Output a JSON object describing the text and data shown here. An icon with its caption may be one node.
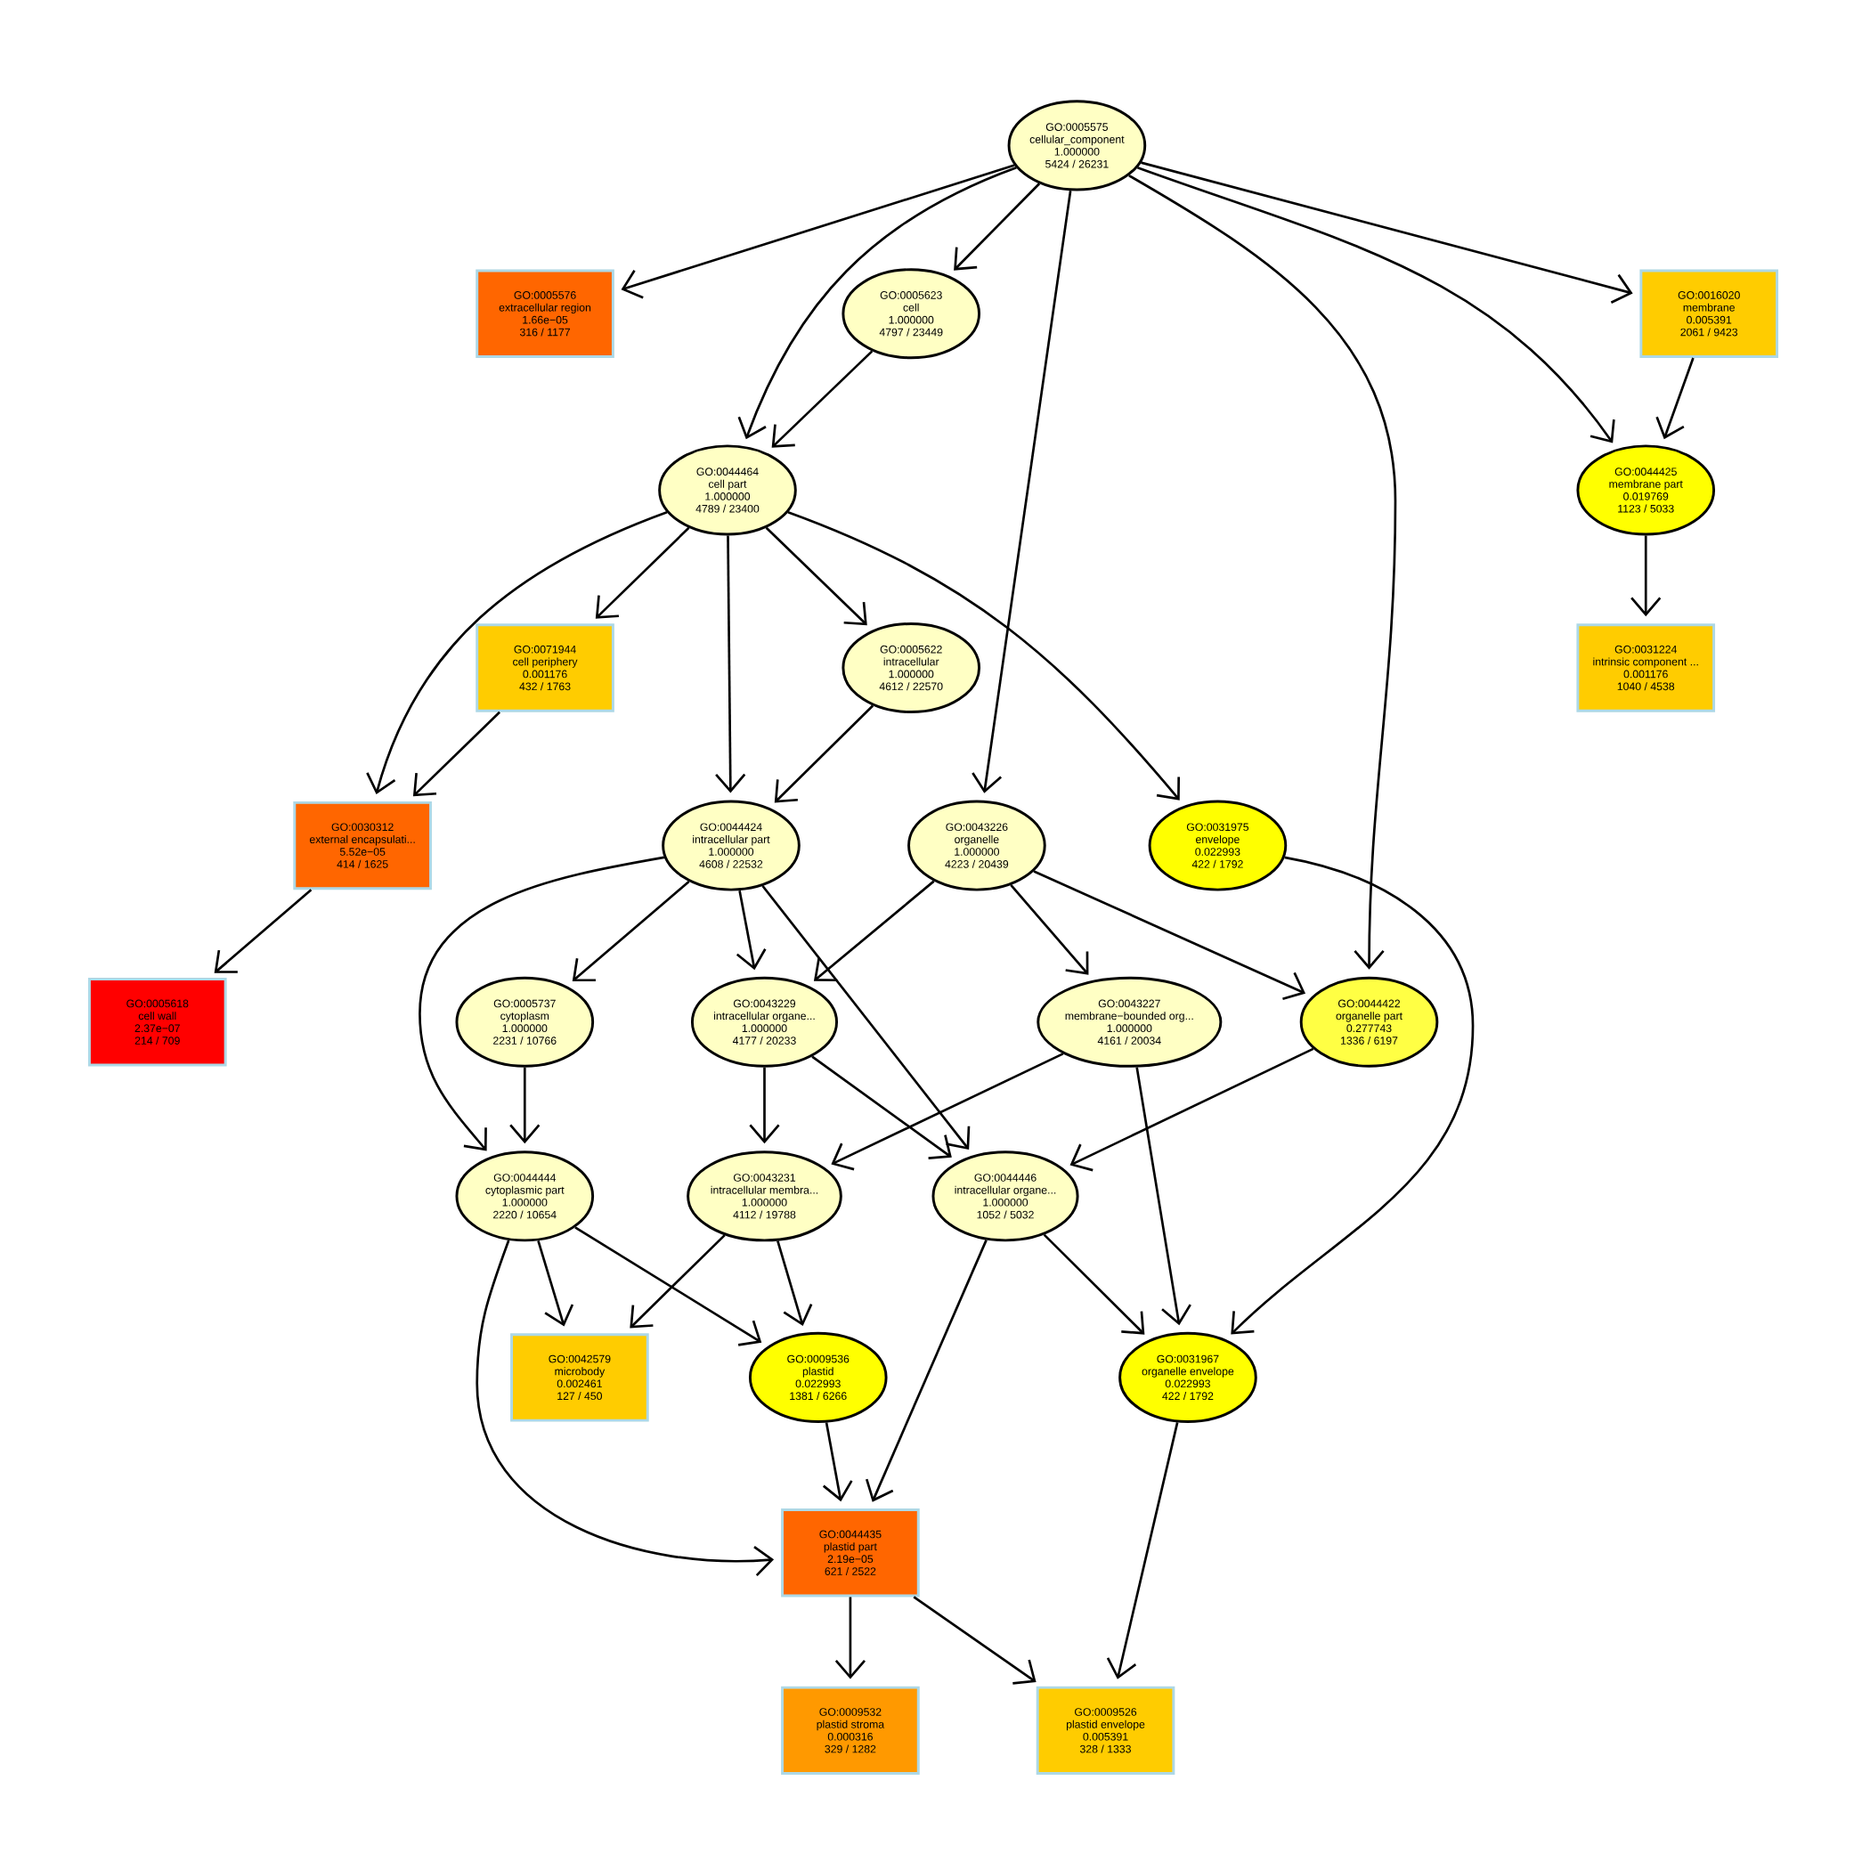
{
  "diagram": {
    "nodes": [
      {
        "text": [
          "GO:0005575",
          "cellular_component",
          "1.000000",
          "5424 / 26231"
        ]
      },
      {
        "text": [
          "GO:0005576",
          "extracellular region",
          "1.66e−05",
          "316 / 1177"
        ]
      },
      {
        "text": [
          "GO:0005623",
          "cell",
          "1.000000",
          "4797 / 23449"
        ]
      },
      {
        "text": [
          "GO:0016020",
          "membrane",
          "0.005391",
          "2061 / 9423"
        ]
      },
      {
        "text": [
          "GO:0044464",
          "cell part",
          "1.000000",
          "4789 / 23400"
        ]
      },
      {
        "text": [
          "GO:0044425",
          "membrane part",
          "0.019769",
          "1123 / 5033"
        ]
      },
      {
        "text": [
          "GO:0071944",
          "cell periphery",
          "0.001176",
          "432 / 1763"
        ]
      },
      {
        "text": [
          "GO:0005622",
          "intracellular",
          "1.000000",
          "4612 / 22570"
        ]
      },
      {
        "text": [
          "GO:0031224",
          "intrinsic component ...",
          "0.001176",
          "1040 / 4538"
        ]
      },
      {
        "text": [
          "GO:0030312",
          "external encapsulati...",
          "5.52e−05",
          "414 / 1625"
        ]
      },
      {
        "text": [
          "GO:0044424",
          "intracellular part",
          "1.000000",
          "4608 / 22532"
        ]
      },
      {
        "text": [
          "GO:0043226",
          "organelle",
          "1.000000",
          "4223 / 20439"
        ]
      },
      {
        "text": [
          "GO:0031975",
          "envelope",
          "0.022993",
          "422 / 1792"
        ]
      },
      {
        "text": [
          "GO:0005618",
          "cell wall",
          "2.37e−07",
          "214 / 709"
        ]
      },
      {
        "text": [
          "GO:0005737",
          "cytoplasm",
          "1.000000",
          "2231 / 10766"
        ]
      },
      {
        "text": [
          "GO:0043229",
          "intracellular organe...",
          "1.000000",
          "4177 / 20233"
        ]
      },
      {
        "text": [
          "GO:0043227",
          "membrane−bounded org...",
          "1.000000",
          "4161 / 20034"
        ]
      },
      {
        "text": [
          "GO:0044422",
          "organelle part",
          "0.277743",
          "1336 / 6197"
        ]
      },
      {
        "text": [
          "GO:0044444",
          "cytoplasmic part",
          "1.000000",
          "2220 / 10654"
        ]
      },
      {
        "text": [
          "GO:0043231",
          "intracellular membra...",
          "1.000000",
          "4112 / 19788"
        ]
      },
      {
        "text": [
          "GO:0044446",
          "intracellular organe...",
          "1.000000",
          "1052 / 5032"
        ]
      },
      {
        "text": [
          "GO:0042579",
          "microbody",
          "0.002461",
          "127 / 450"
        ]
      },
      {
        "text": [
          "GO:0009536",
          "plastid",
          "0.022993",
          "1381 / 6266"
        ]
      },
      {
        "text": [
          "GO:0031967",
          "organelle envelope",
          "0.022993",
          "422 / 1792"
        ]
      },
      {
        "text": [
          "GO:0044435",
          "plastid part",
          "2.19e−05",
          "621 / 2522"
        ]
      },
      {
        "text": [
          "GO:0009532",
          "plastid stroma",
          "0.000316",
          "329 / 1282"
        ]
      },
      {
        "text": [
          "GO:0009526",
          "plastid envelope",
          "0.005391",
          "328 / 1333"
        ]
      }
    ],
    "edges": [
      {
        "from": 0,
        "to": 1,
        "arrow": "to"
      },
      {
        "from": 0,
        "to": 2,
        "arrow": "to"
      },
      {
        "from": 0,
        "to": 3,
        "arrow": "to"
      },
      {
        "from": 0,
        "to": 4,
        "arrow": "to"
      },
      {
        "from": 0,
        "to": 5,
        "arrow": "to"
      },
      {
        "from": 0,
        "to": 11,
        "arrow": "to"
      },
      {
        "from": 0,
        "to": 17,
        "arrow": "to"
      },
      {
        "from": 2,
        "to": 4,
        "arrow": "to"
      },
      {
        "from": 3,
        "to": 5,
        "arrow": "to"
      },
      {
        "from": 5,
        "to": 8,
        "arrow": "to"
      },
      {
        "from": 4,
        "to": 6,
        "arrow": "to"
      },
      {
        "from": 4,
        "to": 9,
        "arrow": "to"
      },
      {
        "from": 4,
        "to": 10,
        "arrow": "to"
      },
      {
        "from": 4,
        "to": 7,
        "arrow": "to"
      },
      {
        "from": 4,
        "to": 12,
        "arrow": "to"
      },
      {
        "from": 6,
        "to": 9,
        "arrow": "to"
      },
      {
        "from": 7,
        "to": 10,
        "arrow": "to"
      },
      {
        "from": 9,
        "to": 13,
        "arrow": "to"
      },
      {
        "from": 10,
        "to": 14,
        "arrow": "to"
      },
      {
        "from": 10,
        "to": 15,
        "arrow": "to"
      },
      {
        "from": 10,
        "to": 18,
        "arrow": "to"
      },
      {
        "from": 10,
        "to": 20,
        "arrow": "to"
      },
      {
        "from": 11,
        "to": 15,
        "arrow": "to"
      },
      {
        "from": 11,
        "to": 16,
        "arrow": "to"
      },
      {
        "from": 11,
        "to": 17,
        "arrow": "to"
      },
      {
        "from": 12,
        "to": 23,
        "arrow": "to"
      },
      {
        "from": 14,
        "to": 18,
        "arrow": "to"
      },
      {
        "from": 15,
        "to": 19,
        "arrow": "to"
      },
      {
        "from": 15,
        "to": 20,
        "arrow": "to"
      },
      {
        "from": 16,
        "to": 19,
        "arrow": "to"
      },
      {
        "from": 16,
        "to": 23,
        "arrow": "to"
      },
      {
        "from": 17,
        "to": 20,
        "arrow": "to"
      },
      {
        "from": 18,
        "to": 21,
        "arrow": "to"
      },
      {
        "from": 18,
        "to": 22,
        "arrow": "to"
      },
      {
        "from": 18,
        "to": 24,
        "arrow": "to"
      },
      {
        "from": 19,
        "to": 21,
        "arrow": "to"
      },
      {
        "from": 19,
        "to": 22,
        "arrow": "to"
      },
      {
        "from": 20,
        "to": 24,
        "arrow": "to"
      },
      {
        "from": 20,
        "to": 23,
        "arrow": "to"
      },
      {
        "from": 22,
        "to": 24,
        "arrow": "to"
      },
      {
        "from": 23,
        "to": 26,
        "arrow": "to"
      },
      {
        "from": 24,
        "to": 25,
        "arrow": "to"
      },
      {
        "from": 24,
        "to": 26,
        "arrow": "to"
      }
    ]
  }
}
